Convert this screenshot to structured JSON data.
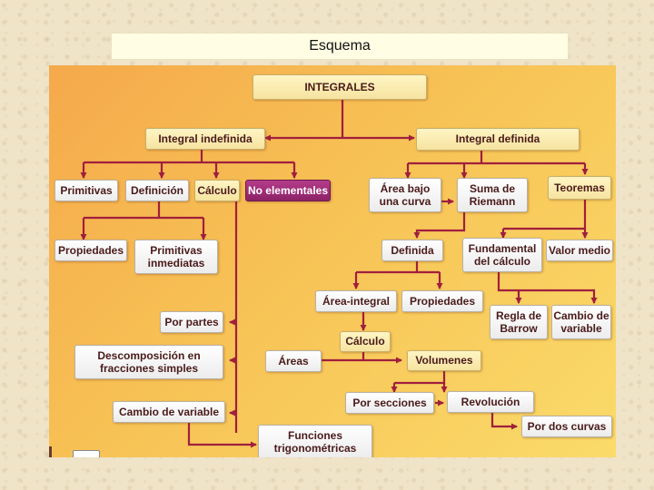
{
  "page": {
    "title": "Esquema"
  },
  "colors": {
    "line": "#a01f3e",
    "node_bg": "#ffffff",
    "cream_bg": "#fff5c4",
    "accent_node": "#a02f78",
    "gradient_start": "#f5a94b",
    "gradient_end": "#fadb6a"
  },
  "nodes": {
    "integrales": "INTEGRALES",
    "integral_indefinida": "Integral indefinida",
    "integral_definida": "Integral definida",
    "primitivas": "Primitivas",
    "definicion": "Definición",
    "calculo_indef": "Cálculo",
    "no_elementales": "No elementales",
    "area_bajo_curva": "Área bajo\nuna curva",
    "suma_riemann": "Suma de\nRiemann",
    "teoremas": "Teoremas",
    "propiedades_indef": "Propiedades",
    "primitivas_inmediatas": "Primitivas\ninmediatas",
    "definida": "Definida",
    "fundamental_calculo": "Fundamental\ndel cálculo",
    "valor_medio": "Valor medio",
    "area_integral": "Área-integral",
    "propiedades_def": "Propiedades",
    "regla_barrow": "Regla de\nBarrow",
    "cambio_variable_def": "Cambio de\nvariable",
    "por_partes": "Por partes",
    "calculo_def": "Cálculo",
    "descomposicion": "Descomposición en\nfracciones simples",
    "areas": "Áreas",
    "volumenes": "Volumenes",
    "por_secciones": "Por secciones",
    "revolucion": "Revolución",
    "cambio_variable_indef": "Cambio de variable",
    "por_dos_curvas": "Por dos curvas",
    "funciones_trig": "Funciones\ntrigonométricas"
  }
}
